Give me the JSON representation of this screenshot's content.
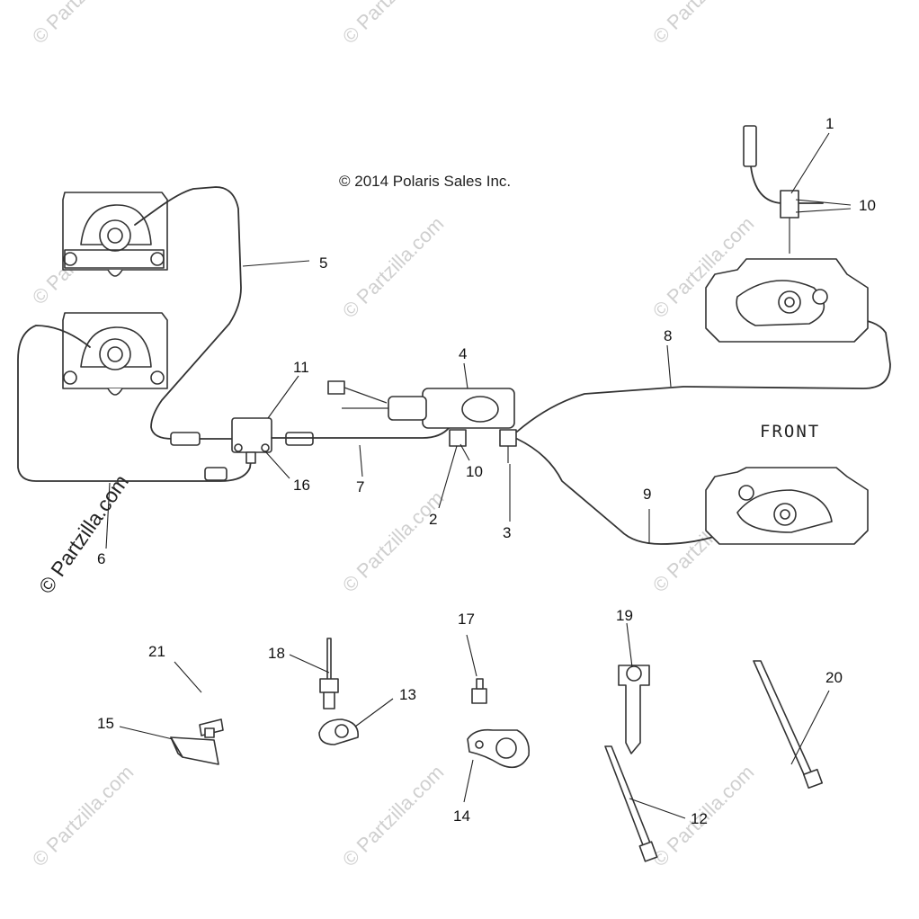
{
  "copyright": "© 2014 Polaris Sales Inc.",
  "front_label": "FRONT",
  "watermark": "© Partzilla.com",
  "callouts": [
    "1",
    "10",
    "5",
    "4",
    "8",
    "11",
    "7",
    "16",
    "10",
    "2",
    "3",
    "9",
    "6",
    "21",
    "18",
    "17",
    "19",
    "20",
    "13",
    "15",
    "14",
    "12"
  ]
}
